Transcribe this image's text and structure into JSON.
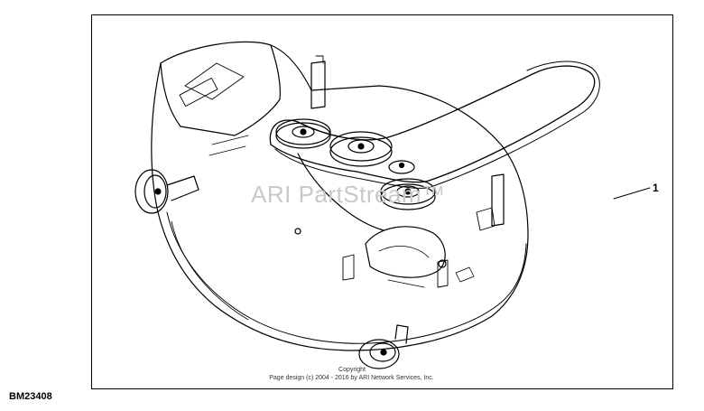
{
  "diagram": {
    "callout_number": "1",
    "watermark": "ARI PartStream™",
    "copyright_line1": "Copyright",
    "copyright_line2": "Page design (c) 2004 - 2016 by ARI Network Services, Inc.",
    "diagram_id": "BM23408"
  },
  "colors": {
    "line": "#000000",
    "watermark": "#c9c9c9"
  }
}
